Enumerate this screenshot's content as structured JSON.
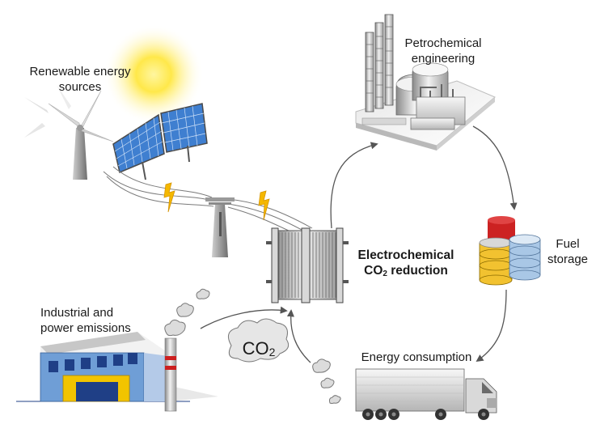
{
  "labels": {
    "renewable_line1": "Renewable energy",
    "renewable_line2": "sources",
    "petro_line1": "Petrochemical",
    "petro_line2": "engineering",
    "electro_line1": "Electrochemical",
    "electro_line2_prefix": "CO",
    "electro_line2_sub": "2",
    "electro_line2_suffix": " reduction",
    "fuel_line1": "Fuel",
    "fuel_line2": "storage",
    "industrial_line1": "Industrial and",
    "industrial_line2": "power emissions",
    "energy_consumption": "Energy consumption",
    "co2_main": "CO",
    "co2_sub": "2"
  },
  "icons": {
    "sun": "sun-icon",
    "wind_turbine": "wind-turbine-icon",
    "solar_panels": "solar-panel-icon",
    "lightning": "lightning-bolt-icon",
    "pylon": "power-pylon-icon",
    "electrolyzer": "electrolyzer-stack-icon",
    "refinery": "petrochemical-plant-icon",
    "fuel_tanks": "fuel-tank-icon",
    "truck": "truck-icon",
    "factory": "factory-icon",
    "smoke": "smoke-cloud-icon"
  },
  "colors": {
    "sun": "#ffe84a",
    "lightning": "#f5b800",
    "solar": "#3f7fd0",
    "tank_yellow": "#f2c230",
    "tank_blue": "#a9c7e6",
    "tank_red": "#cc2222",
    "factory_blue": "#6f9ed6",
    "factory_yellow": "#f2c400",
    "factory_navy": "#1f3f86",
    "chimney_red": "#cc1f1f"
  }
}
